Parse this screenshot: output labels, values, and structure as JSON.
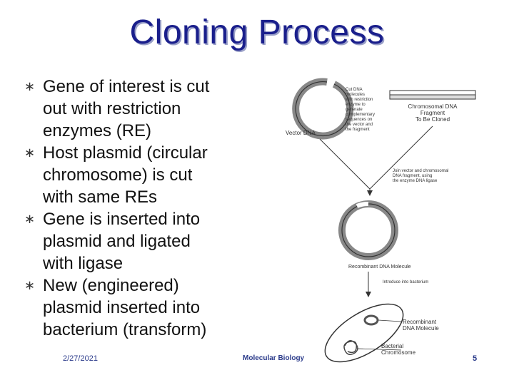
{
  "title": "Cloning Process",
  "bullets": [
    {
      "line1": "Gene of interest is cut",
      "line2": "out with restriction",
      "line3": "enzymes (RE)"
    },
    {
      "line1": "Host plasmid (circular",
      "line2": "chromosome) is cut",
      "line3": "with same REs"
    },
    {
      "line1": "Gene is inserted into",
      "line2": "plasmid and ligated",
      "line3": "with ligase"
    },
    {
      "line1": "New (engineered)",
      "line2": "plasmid inserted into",
      "line3": "bacterium (transform)"
    }
  ],
  "bullet_marker": "∗",
  "footer": {
    "date": "2/27/2021",
    "center": "Molecular Biology",
    "page": "5"
  },
  "diagram": {
    "vector_label": "Vector DNA",
    "cut_note": [
      "Cut DNA",
      "molecules",
      "with restriction",
      "enzyme to",
      "generate",
      "complementary",
      "sequences on",
      "the vector and",
      "the fragment"
    ],
    "fragment_label": [
      "Chromosomal DNA",
      "Fragment",
      "To Be Cloned"
    ],
    "join_note": [
      "Join vector and chromosomal",
      "DNA fragment, using",
      "the enzyme DNA ligase"
    ],
    "recombinant_label": "Recombinant DNA Molecule",
    "introduce_note": "Introduce into bacterium",
    "cell_recombinant": [
      "Recombinant",
      "DNA Molecule"
    ],
    "cell_chromosome": [
      "Bacterial",
      "Chromosome"
    ]
  }
}
